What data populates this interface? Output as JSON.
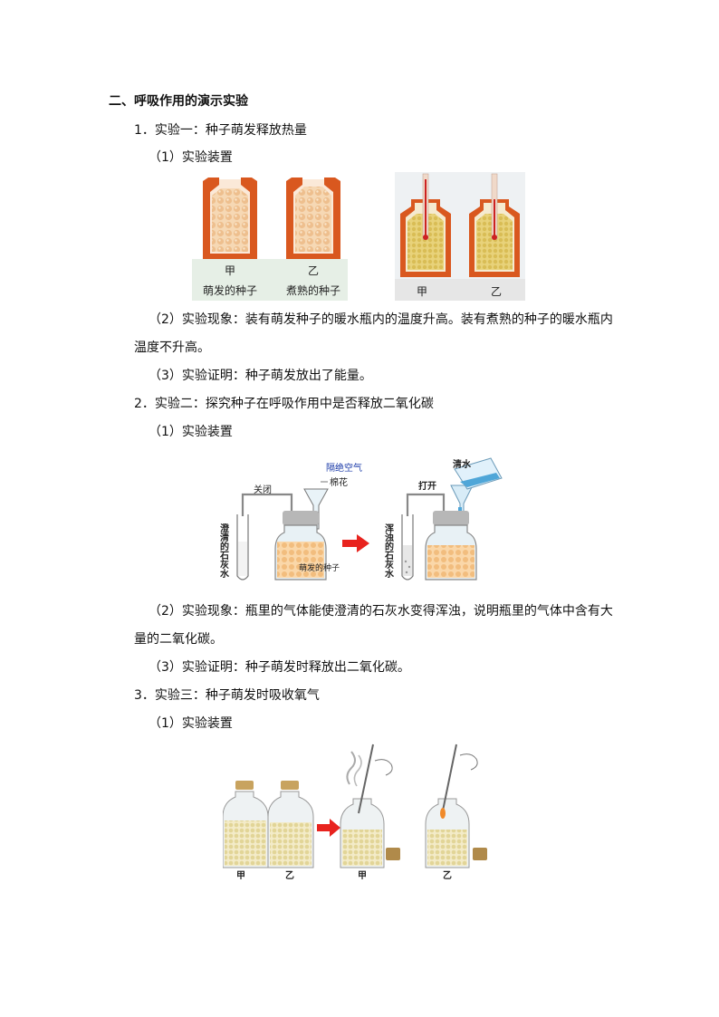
{
  "section_title": "二、呼吸作用的演示实验",
  "exp1": {
    "title": "1．实验一：种子萌发释放热量",
    "setup": "（1）实验装置",
    "fig_left": {
      "label_a": "甲",
      "label_b": "乙",
      "caption_a": "萌发的种子",
      "caption_b": "煮熟的种子"
    },
    "fig_right": {
      "label_a": "甲",
      "label_b": "乙"
    },
    "phenomenon_1": "（2）实验现象：装有萌发种子的暖水瓶内的温度升高。装有煮熟的种子的暖水瓶内",
    "phenomenon_2": "温度不升高。",
    "conclusion": "（3）实验证明：种子萌发放出了能量。"
  },
  "exp2": {
    "title": "2．实验二：探究种子在呼吸作用中是否释放二氧化碳",
    "setup": "（1）实验装置",
    "fig": {
      "label_closed": "关闭",
      "label_cotton": "棉花",
      "label_isolate": "隔绝空气",
      "label_clear_lime": "澄清的石灰水",
      "label_seeds": "萌发的种子",
      "label_open": "打开",
      "label_water": "清水",
      "label_turbid_lime": "浑浊的石灰水"
    },
    "phenomenon_1": "（2）实验现象：瓶里的气体能使澄清的石灰水变得浑浊，说明瓶里的气体中含有大",
    "phenomenon_2": "量的二氧化碳。",
    "conclusion": "（3）实验证明：种子萌发时释放出二氧化碳。"
  },
  "exp3": {
    "title": "3．实验三：种子萌发时吸收氧气",
    "setup": "（1）实验装置",
    "fig": {
      "label_1": "甲",
      "label_2": "乙",
      "label_3": "甲",
      "label_4": "乙"
    }
  },
  "colors": {
    "flask_orange": "#d9581f",
    "seed": "#f1c79a",
    "thermo_red": "#cc2222",
    "arrow_red": "#e8231e",
    "glass_blue": "#cfe3ee",
    "water_blue": "#4fa6d8",
    "label_blue": "#1a3aa8"
  }
}
